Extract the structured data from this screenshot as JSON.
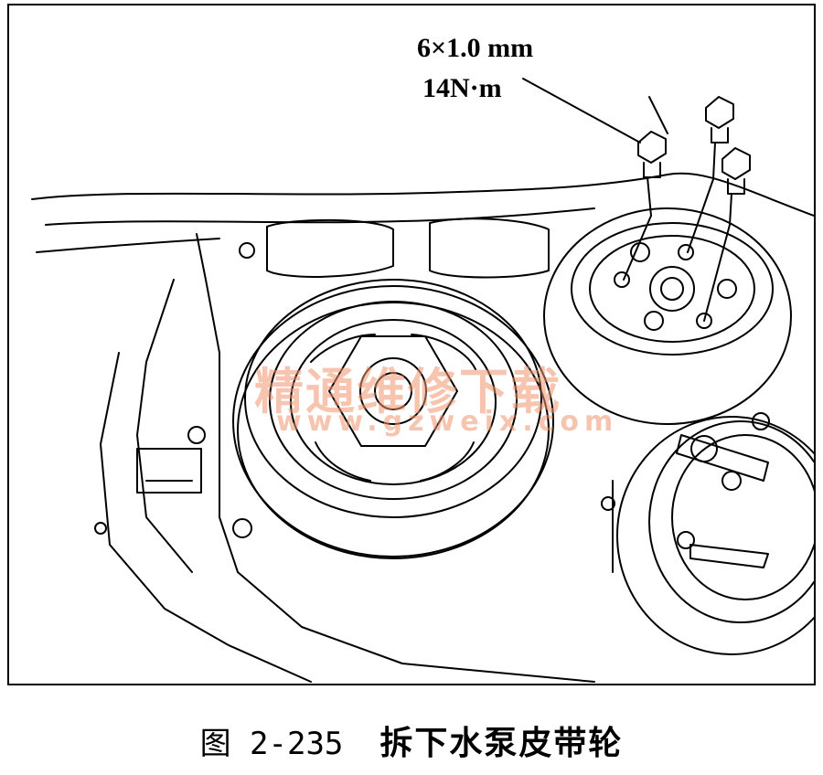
{
  "spec": {
    "bolt_size": "6×1.0 mm",
    "torque": "14N·m"
  },
  "watermark": {
    "text_cn": "精通维修下载",
    "url": "www.gzweix.com"
  },
  "caption": {
    "figure_number": "图 2-235",
    "title": "拆下水泵皮带轮"
  },
  "colors": {
    "line": "#000000",
    "watermark": "#f0966e",
    "background": "#ffffff"
  }
}
